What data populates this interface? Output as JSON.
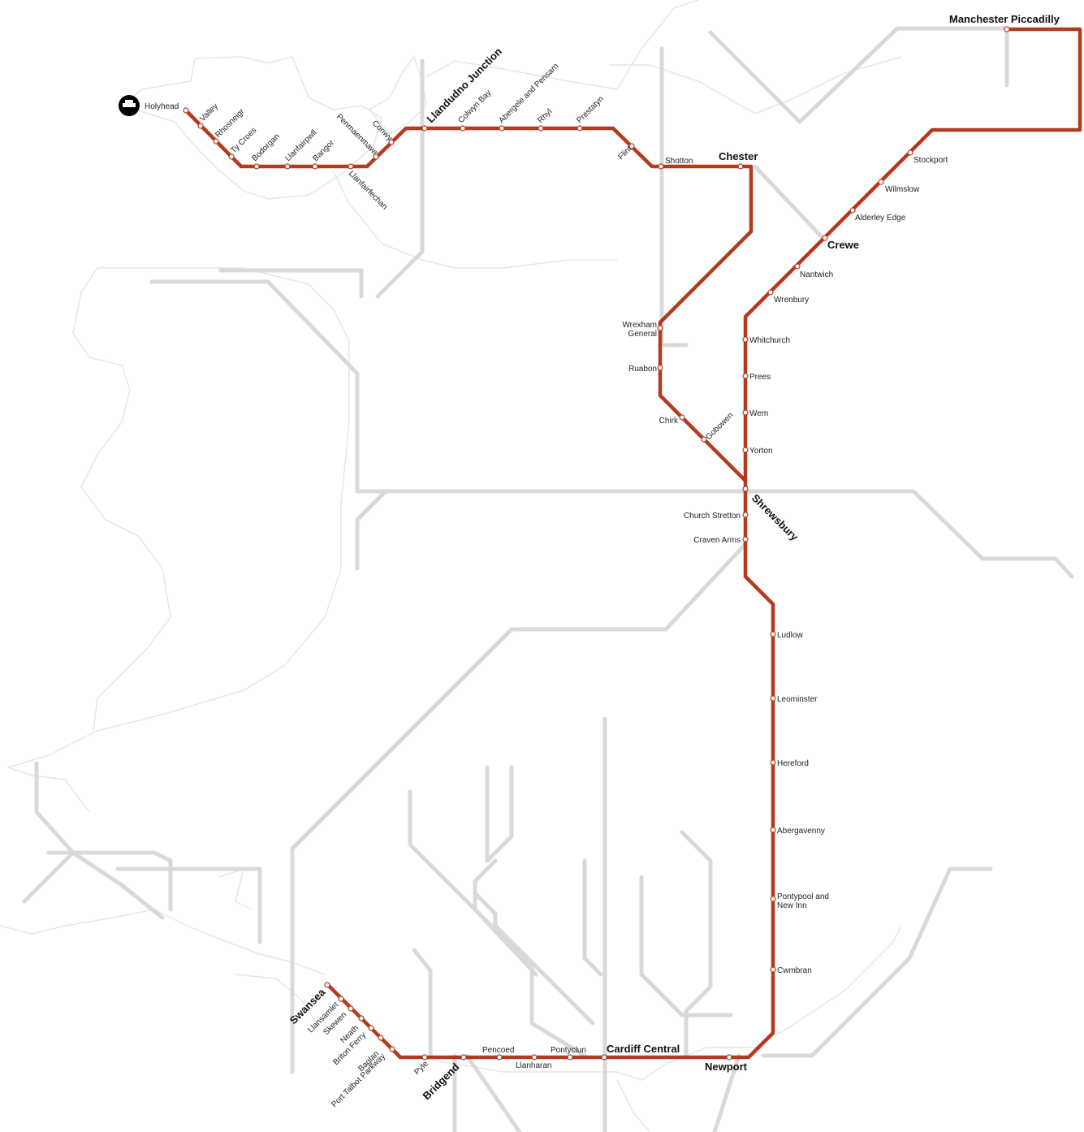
{
  "colors": {
    "route": "#b13a1f",
    "background_lines": "#d9d9d9",
    "coast": "#e6e6e6"
  },
  "ferry_icon": "ferry-icon",
  "stations": {
    "holyhead": "Holyhead",
    "valley": "Valley",
    "rhosneigr": "Rhosneigr",
    "ty_croes": "Ty Croes",
    "bodorgan": "Bodorgan",
    "llanfairpwll": "Llanfairpwll",
    "bangor": "Bangor",
    "llanfairfechan": "Llanfairfechan",
    "penmaenmawr": "Penmaenmawr",
    "conwy": "Conwy",
    "llandudno_junction": "Llandudno Junction",
    "colwyn_bay": "Colwyn Bay",
    "abergele": "Abergele and Pensarn",
    "rhyl": "Rhyl",
    "prestatyn": "Prestatyn",
    "flint": "Flint",
    "shotton": "Shotton",
    "chester": "Chester",
    "manchester": "Manchester Piccadilly",
    "stockport": "Stockport",
    "wilmslow": "Wilmslow",
    "alderley_edge": "Alderley Edge",
    "crewe": "Crewe",
    "nantwich": "Nantwich",
    "wrenbury": "Wrenbury",
    "whitchurch": "Whitchurch",
    "prees": "Prees",
    "wem": "Wem",
    "yorton": "Yorton",
    "wrexham_1": "Wrexham",
    "wrexham_2": "General",
    "ruabon": "Ruabon",
    "chirk": "Chirk",
    "gobowen": "Gobowen",
    "shrewsbury": "Shrewsbury",
    "church_stretton": "Church Stretton",
    "craven_arms": "Craven Arms",
    "ludlow": "Ludlow",
    "leominster": "Leominster",
    "hereford": "Hereford",
    "abergavenny": "Abergavenny",
    "pontypool_1": "Pontypool and",
    "pontypool_2": "New Inn",
    "cwmbran": "Cwmbran",
    "newport": "Newport",
    "cardiff": "Cardiff Central",
    "pontyclun": "Pontyclun",
    "llanharan": "Llanharan",
    "pencoed": "Pencoed",
    "bridgend": "Bridgend",
    "pyle": "Pyle",
    "port_talbot": "Port Talbot Parkway",
    "baglan": "Baglan",
    "briton_ferry": "Briton Ferry",
    "neath": "Neath",
    "skewen": "Skewen",
    "llansamlet": "Llansamlet",
    "swansea": "Swansea"
  }
}
